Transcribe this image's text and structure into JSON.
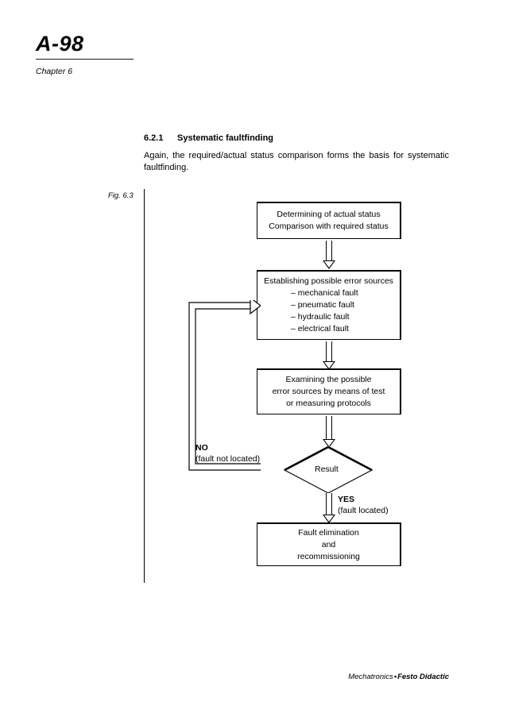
{
  "header": {
    "page_number": "A-98",
    "chapter": "Chapter 6"
  },
  "section": {
    "number": "6.2.1",
    "title": "Systematic faultfinding",
    "paragraph": "Again, the required/actual status comparison forms the basis for systematic faultfinding."
  },
  "figure": {
    "caption": "Fig. 6.3"
  },
  "flowchart": {
    "box1": {
      "line1": "Determining of actual status",
      "line2": "Comparison with required status"
    },
    "box2": {
      "title": "Establishing possible error sources",
      "items": [
        "– mechanical fault",
        "– pneumatic fault",
        "– hydraulic fault",
        "– electrical fault"
      ]
    },
    "box3": {
      "line1": "Examining the possible",
      "line2": "error sources by means of test",
      "line3": "or measuring protocols"
    },
    "decision": {
      "label": "Result"
    },
    "branch_no": {
      "keyword": "NO",
      "detail": "(fault not located)"
    },
    "branch_yes": {
      "keyword": "YES",
      "detail": "(fault located)"
    },
    "box4": {
      "line1": "Fault elimination",
      "line2": "and",
      "line3": "recommissioning"
    }
  },
  "footer": {
    "product": "Mechatronics",
    "separator": "•",
    "brand": "Festo Didactic"
  }
}
